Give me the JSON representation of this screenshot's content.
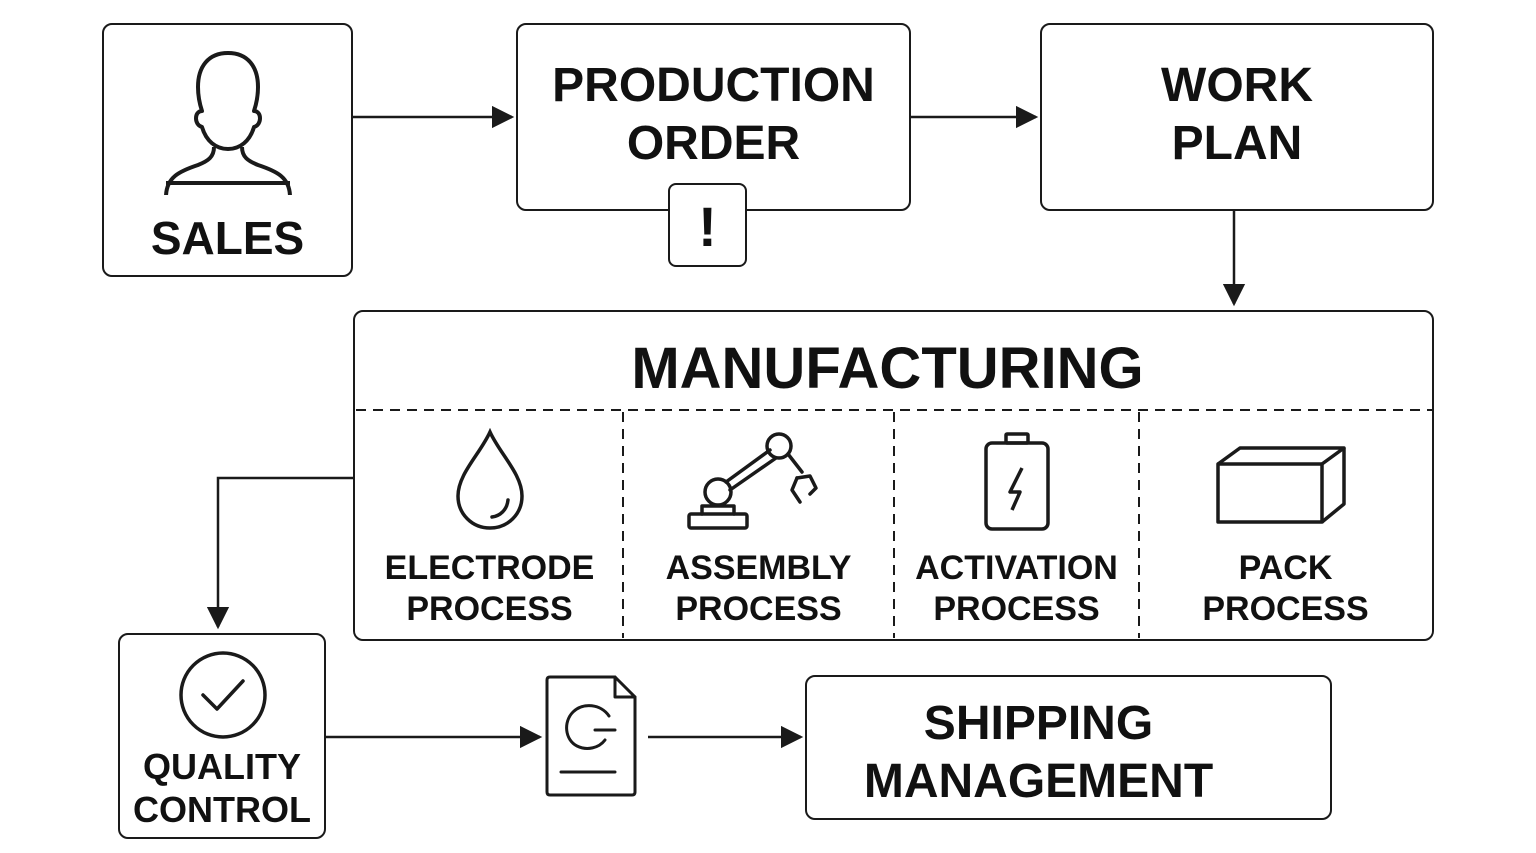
{
  "nodes": {
    "sales": {
      "label": "SALES",
      "icon": "person-icon"
    },
    "production_order": {
      "lines": [
        "PRODUCTION",
        "ORDER"
      ],
      "badge": "!"
    },
    "work_plan": {
      "lines": [
        "WORK",
        "PLAN"
      ]
    },
    "manufacturing": {
      "title": "MANUFACTURING",
      "steps": [
        {
          "lines": [
            "ELECTRODE",
            "PROCESS"
          ],
          "icon": "droplet-icon"
        },
        {
          "lines": [
            "ASSEMBLY",
            "PROCESS"
          ],
          "icon": "robot-arm-icon"
        },
        {
          "lines": [
            "ACTIVATION",
            "PROCESS"
          ],
          "icon": "battery-bolt-icon"
        },
        {
          "lines": [
            "PACK",
            "PROCESS"
          ],
          "icon": "box-icon"
        }
      ]
    },
    "quality_control": {
      "lines": [
        "QUALITY",
        "CONTROL"
      ],
      "icon": "checkmark-circle-icon"
    },
    "document": {
      "icon": "refresh-document-icon"
    },
    "shipping": {
      "lines": [
        "SHIPPING",
        "MANAGEMENT"
      ]
    }
  },
  "colors": {
    "stroke": "#1a1a1a",
    "background": "#ffffff"
  }
}
